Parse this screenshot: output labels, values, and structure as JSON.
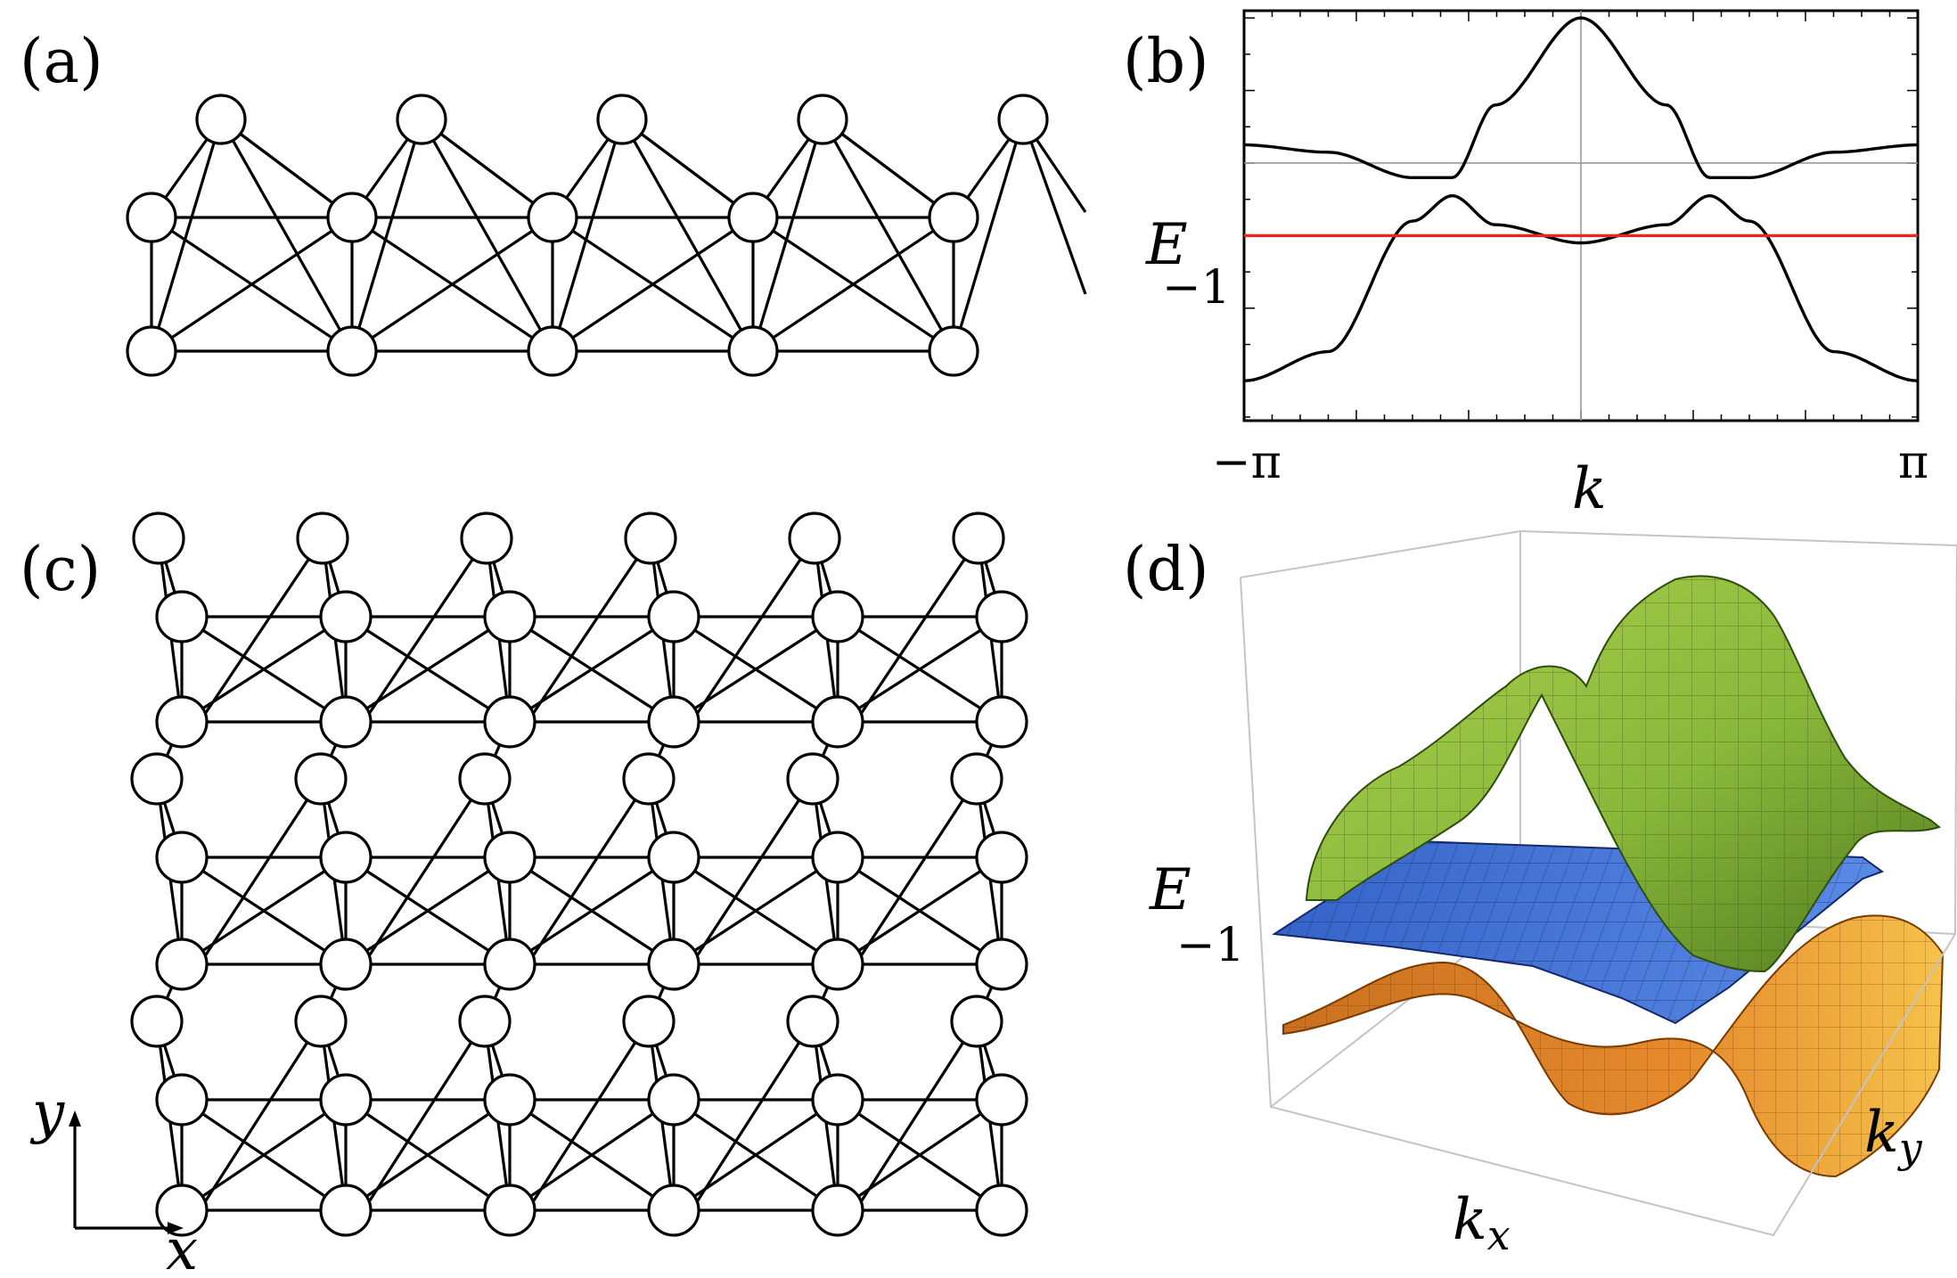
{
  "figure": {
    "panels": [
      {
        "id": "a",
        "label": "(a)"
      },
      {
        "id": "b",
        "label": "(b)"
      },
      {
        "id": "c",
        "label": "(c)"
      },
      {
        "id": "d",
        "label": "(d)"
      }
    ]
  },
  "panel_c": {
    "axis_x": "x",
    "axis_y": "y"
  },
  "chart_data": [
    {
      "panel": "b",
      "type": "line",
      "xlabel": "k",
      "ylabel": "E",
      "xlim": [
        -3.14159,
        3.14159
      ],
      "ylim": [
        -3.55,
        2.1
      ],
      "x_ticklabels": [
        "−π",
        "π"
      ],
      "y_ticklabels": [
        "−1"
      ],
      "grid": false,
      "series": [
        {
          "color": "#000000",
          "x": [
            -3.14159,
            -2.36,
            -1.57,
            -1.2,
            -0.8,
            0,
            0.8,
            1.2,
            1.57,
            2.36,
            3.14159
          ],
          "values": [
            0.25,
            0.15,
            -0.2,
            -0.2,
            0.8,
            2.0,
            0.8,
            -0.2,
            -0.2,
            0.15,
            0.25
          ]
        },
        {
          "color": "#000000",
          "x": [
            -3.14159,
            -2.36,
            -1.57,
            -1.2,
            -0.8,
            0,
            0.8,
            1.2,
            1.57,
            2.36,
            3.14159
          ],
          "values": [
            -3.0,
            -2.6,
            -0.8,
            -0.45,
            -0.85,
            -1.1,
            -0.85,
            -0.45,
            -0.8,
            -2.6,
            -3.0
          ]
        },
        {
          "color": "#e8281e",
          "x": [
            -3.14159,
            3.14159
          ],
          "values": [
            -1.0,
            -1.0
          ]
        }
      ]
    },
    {
      "panel": "d",
      "type": "surface",
      "xlabel": "k_x",
      "ylabel": "k_y",
      "zlabel": "E",
      "z_ticklabels": [
        "−1"
      ],
      "series_colors": [
        "#8ab83a",
        "#3f6fd6",
        "#e0842e"
      ]
    }
  ]
}
